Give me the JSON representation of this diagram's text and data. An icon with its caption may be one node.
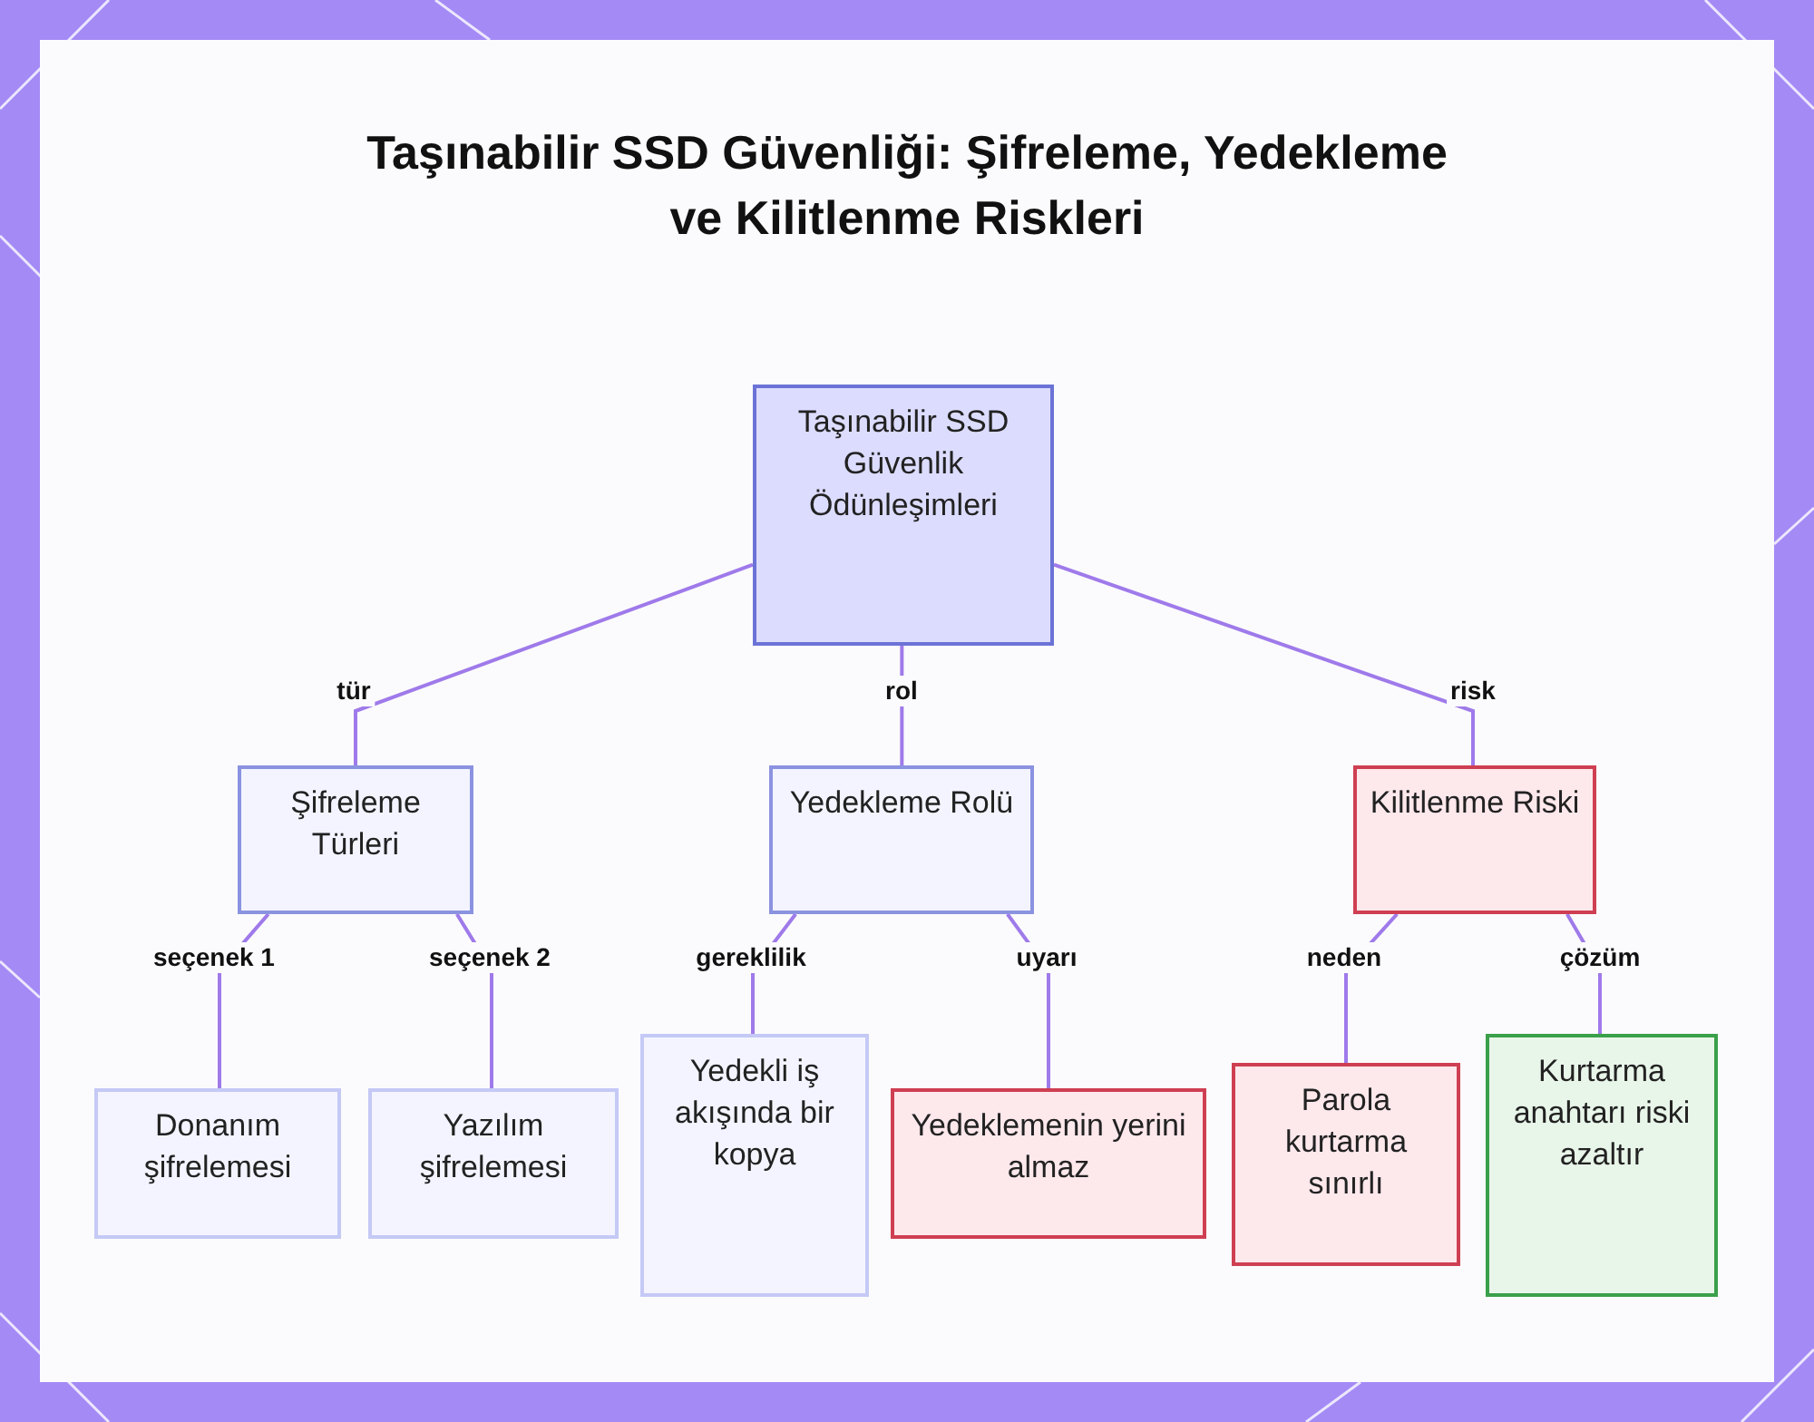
{
  "diagram": {
    "title": "Taşınabilir SSD Güvenliği: Şifreleme, Yedekleme ve Kilitlenme Riskleri",
    "nodes": [
      {
        "text": [
          "Taşınabilir SSD Güvenlik Ödünleşimleri"
        ]
      },
      {
        "text": [
          "Şifreleme Türleri"
        ]
      },
      {
        "text": [
          "Yedekleme Rolü"
        ]
      },
      {
        "text": [
          "Kilitlenme Riski"
        ]
      },
      {
        "text": [
          "Donanım şifrelemesi"
        ]
      },
      {
        "text": [
          "Yazılım şifrelemesi"
        ]
      },
      {
        "text": [
          "Yedekli iş akışında bir kopya"
        ]
      },
      {
        "text": [
          "Yedeklemenin yerini almaz"
        ]
      },
      {
        "text": [
          "Parola kurtarma sınırlı"
        ]
      },
      {
        "text": [
          "Kurtarma anahtarı riski azaltır"
        ]
      }
    ],
    "edges": [
      {
        "from": 0,
        "to": 1,
        "arrow": "none",
        "label": "tür"
      },
      {
        "from": 0,
        "to": 2,
        "arrow": "none",
        "label": "rol"
      },
      {
        "from": 0,
        "to": 3,
        "arrow": "none",
        "label": "risk"
      },
      {
        "from": 1,
        "to": 4,
        "arrow": "none",
        "label": "seçenek 1"
      },
      {
        "from": 1,
        "to": 5,
        "arrow": "none",
        "label": "seçenek 2"
      },
      {
        "from": 2,
        "to": 6,
        "arrow": "none",
        "label": "gereklilik"
      },
      {
        "from": 2,
        "to": 7,
        "arrow": "none",
        "label": "uyarı"
      },
      {
        "from": 3,
        "to": 8,
        "arrow": "none",
        "label": "neden"
      },
      {
        "from": 3,
        "to": 9,
        "arrow": "none",
        "label": "çözüm"
      }
    ]
  }
}
